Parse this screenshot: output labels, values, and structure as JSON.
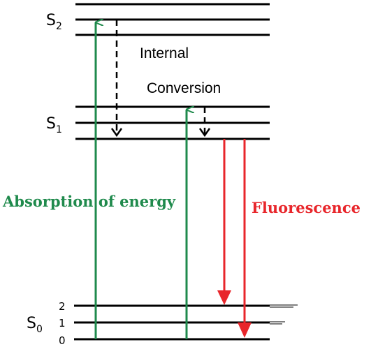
{
  "diagram": {
    "states": {
      "s2": {
        "base": "S",
        "sub": "2"
      },
      "s1": {
        "base": "S",
        "sub": "1"
      },
      "s0": {
        "base": "S",
        "sub": "0"
      }
    },
    "vibrational_levels": [
      "2",
      "1",
      "0"
    ],
    "labels": {
      "internal": "Internal",
      "conversion": "Conversion",
      "absorption": "Absorption of energy",
      "fluorescence": "Fluorescence"
    },
    "colors": {
      "absorption": "#1f8a4c",
      "fluorescence": "#e8262b",
      "levels": "#000000"
    }
  }
}
